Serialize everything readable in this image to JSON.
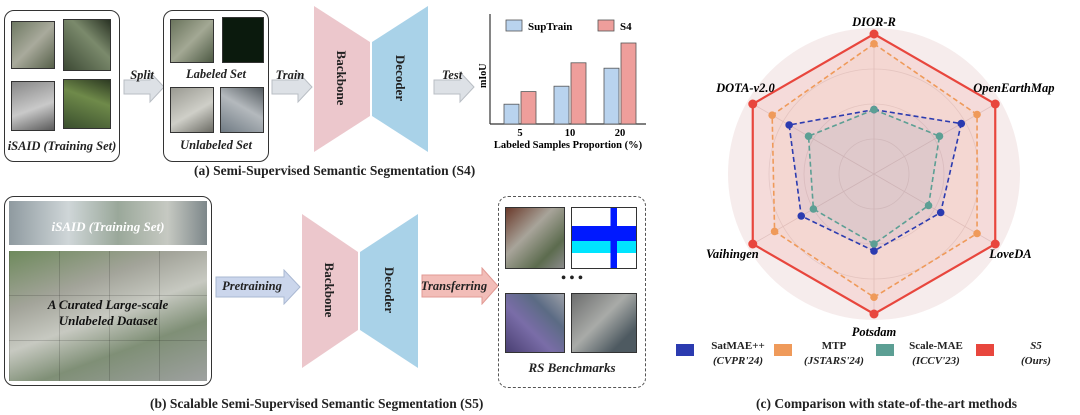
{
  "panel_a": {
    "training_set_label": "iSAID (Training Set)",
    "split_label": "Split",
    "labeled_set_label": "Labeled Set",
    "unlabeled_set_label": "Unlabeled Set",
    "train_label": "Train",
    "backbone_label": "Backbone",
    "decoder_label": "Decoder",
    "test_label": "Test",
    "caption": "(a) Semi-Supervised Semantic Segmentation (S4)",
    "bar_chart": {
      "legend_suptrain": "SupTrain",
      "legend_s4": "S4",
      "ylabel": "mIoU",
      "xlabel": "Labeled Samples Proportion (%)",
      "categories": [
        "5",
        "10",
        "20"
      ]
    }
  },
  "panel_b": {
    "training_set_label": "iSAID (Training Set)",
    "curated_line1": "A Curated Large-scale",
    "curated_line2": "Unlabeled Dataset",
    "pretraining_label": "Pretraining",
    "backbone_label": "Backbone",
    "decoder_label": "Decoder",
    "transferring_label": "Transferring",
    "ellipsis": "• • •",
    "benchmarks_label": "RS Benchmarks",
    "caption": "(b) Scalable Semi-Supervised Semantic Segmentation (S5)"
  },
  "panel_c": {
    "caption": "(c) Comparison with state-of-the-art methods",
    "axes": [
      "DIOR-R",
      "OpenEarthMap",
      "LoveDA",
      "Potsdam",
      "Vaihingen",
      "DOTA-v2.0"
    ],
    "legend": [
      {
        "name": "SatMAE++",
        "venue": "(CVPR'24)"
      },
      {
        "name": "MTP",
        "venue": "(JSTARS'24)"
      },
      {
        "name": "Scale-MAE",
        "venue": "(ICCV'23)"
      },
      {
        "name": "S5",
        "venue": "(Ours)"
      }
    ]
  },
  "colors": {
    "backbone": "#ecc7cc",
    "decoder": "#a9d2e8",
    "suptrain": "#b9d3ee",
    "s4": "#ee9e9b",
    "satmae": "#2b3bb0",
    "mtp": "#ef9a5a",
    "scalemae": "#5c9f94",
    "s5": "#e8463d"
  },
  "chart_data": [
    {
      "type": "bar",
      "categories": [
        "5",
        "10",
        "20"
      ],
      "series": [
        {
          "name": "SupTrain",
          "values": [
            0.22,
            0.42,
            0.62
          ]
        },
        {
          "name": "S4",
          "values": [
            0.36,
            0.68,
            0.9
          ]
        }
      ],
      "xlabel": "Labeled Samples Proportion (%)",
      "ylabel": "mIoU",
      "ylim": [
        0,
        1
      ],
      "legend": "top"
    },
    {
      "type": "radar",
      "axes": [
        "DIOR-R",
        "OpenEarthMap",
        "LoveDA",
        "Potsdam",
        "Vaihingen",
        "DOTA-v2.0"
      ],
      "series": [
        {
          "name": "SatMAE++",
          "values": [
            0.46,
            0.72,
            0.55,
            0.55,
            0.6,
            0.7
          ]
        },
        {
          "name": "MTP",
          "values": [
            0.93,
            0.85,
            0.85,
            0.88,
            0.82,
            0.84
          ]
        },
        {
          "name": "Scale-MAE",
          "values": [
            0.46,
            0.54,
            0.45,
            0.5,
            0.5,
            0.54
          ]
        },
        {
          "name": "S5",
          "values": [
            1.0,
            1.0,
            1.0,
            1.0,
            1.0,
            1.0
          ]
        }
      ],
      "rlim": [
        0,
        1
      ]
    }
  ]
}
